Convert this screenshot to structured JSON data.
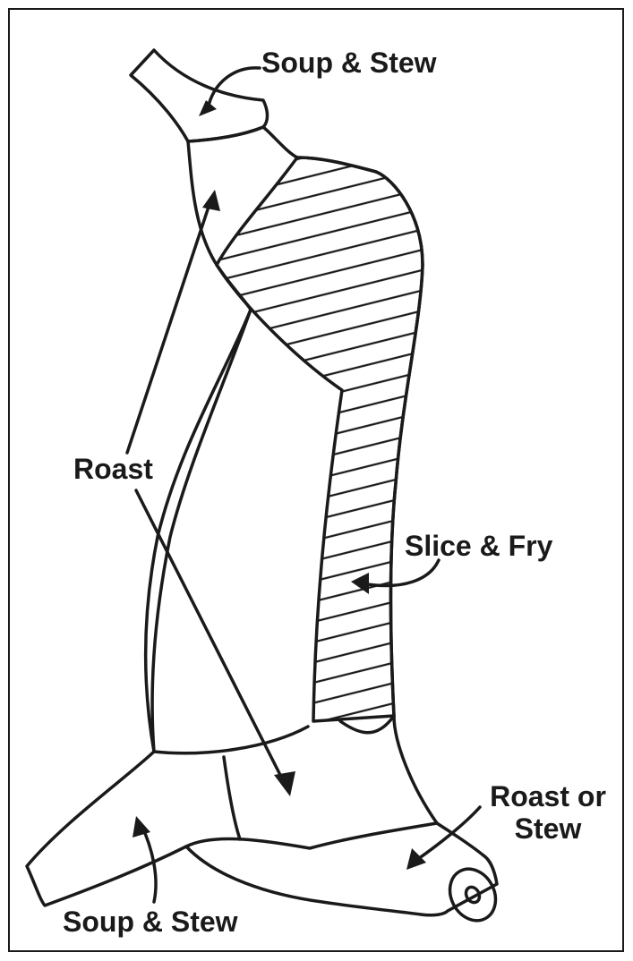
{
  "diagram": {
    "labels": {
      "soup_stew_top": "Soup & Stew",
      "roast": "Roast",
      "slice_fry": "Slice & Fry",
      "roast_or_stew_line1": "Roast or",
      "roast_or_stew_line2": "Stew",
      "soup_stew_bottom": "Soup & Stew"
    },
    "colors": {
      "ink": "#1a1a1a",
      "background": "#ffffff"
    }
  }
}
